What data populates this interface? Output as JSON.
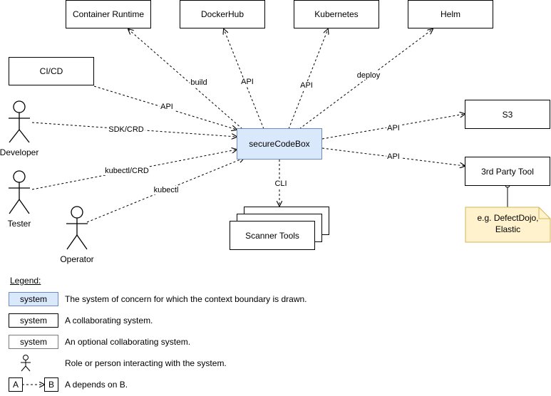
{
  "systems": {
    "main": "secureCodeBox",
    "container_runtime": "Container Runtime",
    "dockerhub": "DockerHub",
    "kubernetes": "Kubernetes",
    "helm": "Helm",
    "cicd": "CI/CD",
    "s3": "S3",
    "third_party": "3rd Party Tool",
    "scanner_tools": "Scanner Tools"
  },
  "actors": {
    "developer": "Developer",
    "tester": "Tester",
    "operator": "Operator"
  },
  "edges": {
    "build": "build",
    "dockerhub_api": "API",
    "kubernetes_api": "API",
    "deploy": "deploy",
    "cicd_api": "API",
    "sdk_crd": "SDK/CRD",
    "kubectl_crd": "kubectl/CRD",
    "kubectl": "kubectl",
    "cli": "CLI",
    "s3_api": "API",
    "third_party_api": "API"
  },
  "note": {
    "line1": "e.g. DefectDojo,",
    "line2": "Elastic"
  },
  "legend": {
    "title": "Legend:",
    "system_label": "system",
    "main_desc": "The system of concern for which the context boundary is drawn.",
    "collab_desc": "A collaborating system.",
    "optional_desc": "An optional collaborating system.",
    "actor_desc": "Role or person interacting with the system.",
    "dep_a": "A",
    "dep_b": "B",
    "dep_desc": "A depends on B."
  },
  "colors": {
    "main_fill": "#dae8fc",
    "main_stroke": "#6c8ebf",
    "note_fill": "#fff2cc",
    "note_stroke": "#d6b656",
    "optional_stroke": "#7a7a7a"
  }
}
